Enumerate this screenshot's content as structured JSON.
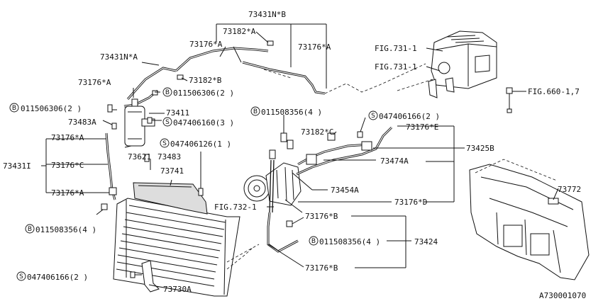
{
  "labels": {
    "l_73431NB": "73431N*B",
    "l_73182A": "73182*A",
    "l_73176A_1": "73176*A",
    "l_73176A_2": "73176*A",
    "l_73431NA": "73431N*A",
    "l_73176A_3": "73176*A",
    "l_73182B": "73182*B",
    "l_b011506306_1": "011506306(2 )",
    "l_b011506306_2": "011506306(2 )",
    "l_73411": "73411",
    "l_s047406160": "047406160(3 )",
    "l_73483A": "73483A",
    "l_73176A_4": "73176*A",
    "l_73431I": "73431I",
    "l_73176C": "73176*C",
    "l_73176A_5": "73176*A",
    "l_73621": "73621",
    "l_73483": "73483",
    "l_s047406126": "047406126(1 )",
    "l_73741": "73741",
    "l_b011508356_1": "011508356(4 )",
    "l_s047406166_1": "047406166(2 )",
    "l_73730A": "73730A",
    "l_b011508356_2": "011508356(4 )",
    "l_73182C": "73182*C",
    "l_s047406166_2": "047406166(2 )",
    "l_73176E": "73176*E",
    "l_73425B": "73425B",
    "l_73474A": "73474A",
    "l_73454A": "73454A",
    "l_73176D": "73176*D",
    "l_fig732": "FIG.732-1",
    "l_73176B_1": "73176*B",
    "l_b011508356_3": "011508356(4 )",
    "l_73424": "73424",
    "l_73176B_2": "73176*B",
    "l_fig731_1": "FIG.731-1",
    "l_fig731_2": "FIG.731-1",
    "l_fig660": "FIG.660-1,7",
    "l_73772": "73772",
    "l_code": "A730001070"
  },
  "markers": {
    "bolt": "B",
    "screw": "S"
  }
}
